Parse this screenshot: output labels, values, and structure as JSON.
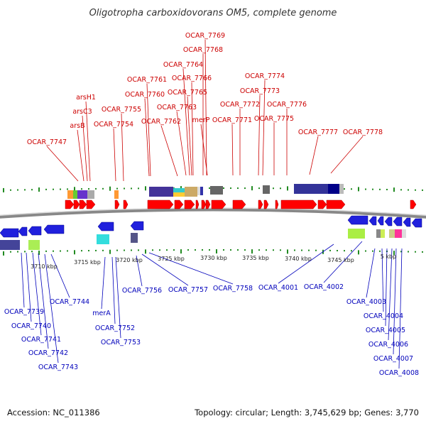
{
  "title": "Oligotropha carboxidovorans OM5, complete genome",
  "footer": {
    "accession": "Accession: NC_011386",
    "summary": "Topology: circular; Length: 3,745,629 bp; Genes: 3,770"
  },
  "colors": {
    "forward": "#ff0000",
    "reverse": "#0000cc",
    "backbone": "#888888",
    "tick": "#228b22",
    "forward_label": "#cc0000",
    "reverse_label": "#0000bb"
  },
  "scale": {
    "unit": "kbp",
    "ticks": [
      "3710 kbp",
      "3715 kbp",
      "3720 kbp",
      "3725 kbp",
      "3730 kbp",
      "3735 kbp",
      "3740 kbp",
      "3745 kbp",
      "5 kbp"
    ]
  },
  "forward_genes": [
    {
      "label": "OCAR_7747"
    },
    {
      "label": "arsB"
    },
    {
      "label": "arsC3"
    },
    {
      "label": "arsH1"
    },
    {
      "label": "OCAR_7754"
    },
    {
      "label": "OCAR_7755"
    },
    {
      "label": "OCAR_7760"
    },
    {
      "label": "OCAR_7761"
    },
    {
      "label": "OCAR_7762"
    },
    {
      "label": "OCAR_7763"
    },
    {
      "label": "OCAR_7764"
    },
    {
      "label": "OCAR_7765"
    },
    {
      "label": "OCAR_7766"
    },
    {
      "label": "OCAR_7768"
    },
    {
      "label": "OCAR_7769"
    },
    {
      "label": "merP"
    },
    {
      "label": "OCAR_7771"
    },
    {
      "label": "OCAR_7772"
    },
    {
      "label": "OCAR_7773"
    },
    {
      "label": "OCAR_7774"
    },
    {
      "label": "OCAR_7775"
    },
    {
      "label": "OCAR_7776"
    },
    {
      "label": "OCAR_7777"
    },
    {
      "label": "OCAR_7778"
    }
  ],
  "reverse_genes": [
    {
      "label": "OCAR_7739"
    },
    {
      "label": "OCAR_7740"
    },
    {
      "label": "OCAR_7741"
    },
    {
      "label": "OCAR_7742"
    },
    {
      "label": "OCAR_7743"
    },
    {
      "label": "OCAR_7744"
    },
    {
      "label": "merA"
    },
    {
      "label": "OCAR_7752"
    },
    {
      "label": "OCAR_7753"
    },
    {
      "label": "OCAR_7756"
    },
    {
      "label": "OCAR_7757"
    },
    {
      "label": "OCAR_7758"
    },
    {
      "label": "OCAR_4001"
    },
    {
      "label": "OCAR_4002"
    },
    {
      "label": "OCAR_4003"
    },
    {
      "label": "OCAR_4004"
    },
    {
      "label": "OCAR_4005"
    },
    {
      "label": "OCAR_4006"
    },
    {
      "label": "OCAR_4007"
    },
    {
      "label": "OCAR_4008"
    }
  ]
}
